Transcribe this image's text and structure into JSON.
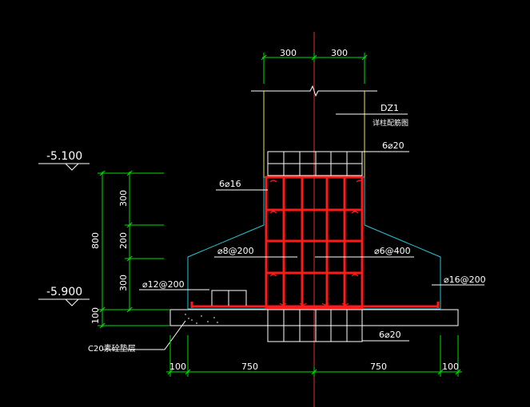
{
  "colors": {
    "background": "#000000",
    "dimension": "#00e000",
    "rebar": "#ff1a1a",
    "outline": "#22c8d8",
    "column": "#e8e840",
    "text": "#ffffff"
  },
  "dims_top": {
    "left": "300",
    "right": "300"
  },
  "column_label": {
    "name": "DZ1",
    "note": "详柱配筋图"
  },
  "column_bars": "6⌀20",
  "ring_bars": "6⌀16",
  "elevations": {
    "top": "-5.100",
    "bottom": "-5.900"
  },
  "vertical_dims": {
    "total": "800",
    "seg1": "300",
    "seg2": "200",
    "seg3": "300",
    "pad": "100"
  },
  "rebar_labels": {
    "stirrup_left": "⌀8@200",
    "stirrup_right": "⌀6@400",
    "bottom_left": "⌀12@200",
    "bottom_right": "⌀16@200",
    "bottom_bars": "6⌀20"
  },
  "pad_label": "C20素砼垫层",
  "dims_bottom": {
    "edge_left": "100",
    "left": "750",
    "right": "750",
    "edge_right": "100"
  }
}
